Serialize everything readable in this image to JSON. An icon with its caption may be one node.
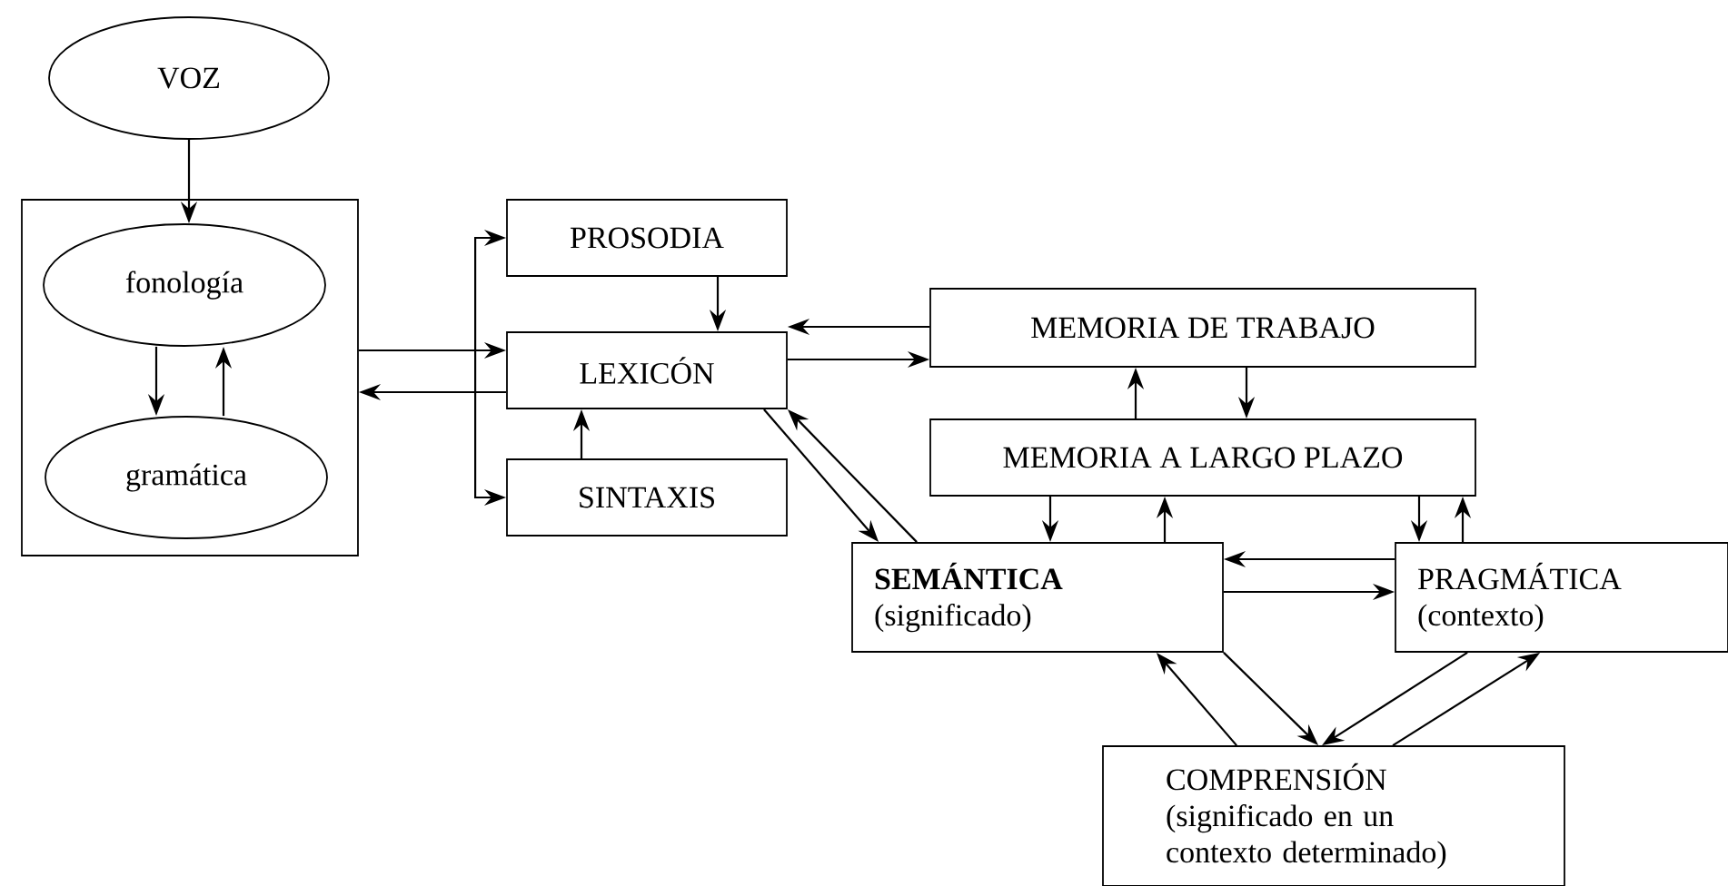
{
  "diagram": {
    "nodes": [
      {
        "text": [
          "VOZ"
        ]
      },
      {
        "text": [],
        "shape": "box"
      },
      {
        "text": [
          "fonología"
        ],
        "in": 1
      },
      {
        "text": [
          "gramática"
        ],
        "in": 1
      },
      {
        "text": [
          "PROSODIA"
        ]
      },
      {
        "text": [
          "LEXICÓN"
        ]
      },
      {
        "text": [
          "SINTAXIS"
        ]
      },
      {
        "text": [
          "MEMORIA DE TRABAJO"
        ]
      },
      {
        "text": [
          "MEMORIA A LARGO PLAZO"
        ]
      },
      {
        "text": [
          "SEMÁNTICA",
          "(significado)"
        ]
      },
      {
        "text": [
          "PRAGMÁTICA",
          "(contexto)"
        ]
      },
      {
        "text": [
          "COMPRENSIÓN",
          "(significado en un contexto determinado)"
        ]
      }
    ],
    "edges": [
      {
        "from": 0,
        "to": 2,
        "arrow": "to"
      },
      {
        "from": 2,
        "to": 3,
        "arrow": "to"
      },
      {
        "from": 3,
        "to": 2,
        "arrow": "to"
      },
      {
        "from": 1,
        "to": 5,
        "arrow": "to"
      },
      {
        "from": 5,
        "to": 1,
        "arrow": "to"
      },
      {
        "from": 4,
        "to": 5,
        "arrow": "to"
      },
      {
        "from": 4,
        "to": 6,
        "arrow": "both"
      },
      {
        "from": 6,
        "to": 5,
        "arrow": "to"
      },
      {
        "from": 7,
        "to": 5,
        "arrow": "to"
      },
      {
        "from": 5,
        "to": 7,
        "arrow": "to"
      },
      {
        "from": 8,
        "to": 7,
        "arrow": "to"
      },
      {
        "from": 7,
        "to": 8,
        "arrow": "to"
      },
      {
        "from": 5,
        "to": 9,
        "arrow": "to"
      },
      {
        "from": 9,
        "to": 5,
        "arrow": "to"
      },
      {
        "from": 8,
        "to": 9,
        "arrow": "to"
      },
      {
        "from": 9,
        "to": 8,
        "arrow": "to"
      },
      {
        "from": 10,
        "to": 9,
        "arrow": "to"
      },
      {
        "from": 9,
        "to": 10,
        "arrow": "to"
      },
      {
        "from": 8,
        "to": 10,
        "arrow": "to"
      },
      {
        "from": 10,
        "to": 8,
        "arrow": "to"
      },
      {
        "from": 9,
        "to": 11,
        "arrow": "to"
      },
      {
        "from": 11,
        "to": 9,
        "arrow": "to"
      },
      {
        "from": 10,
        "to": 11,
        "arrow": "to"
      },
      {
        "from": 11,
        "to": 10,
        "arrow": "to"
      }
    ]
  }
}
